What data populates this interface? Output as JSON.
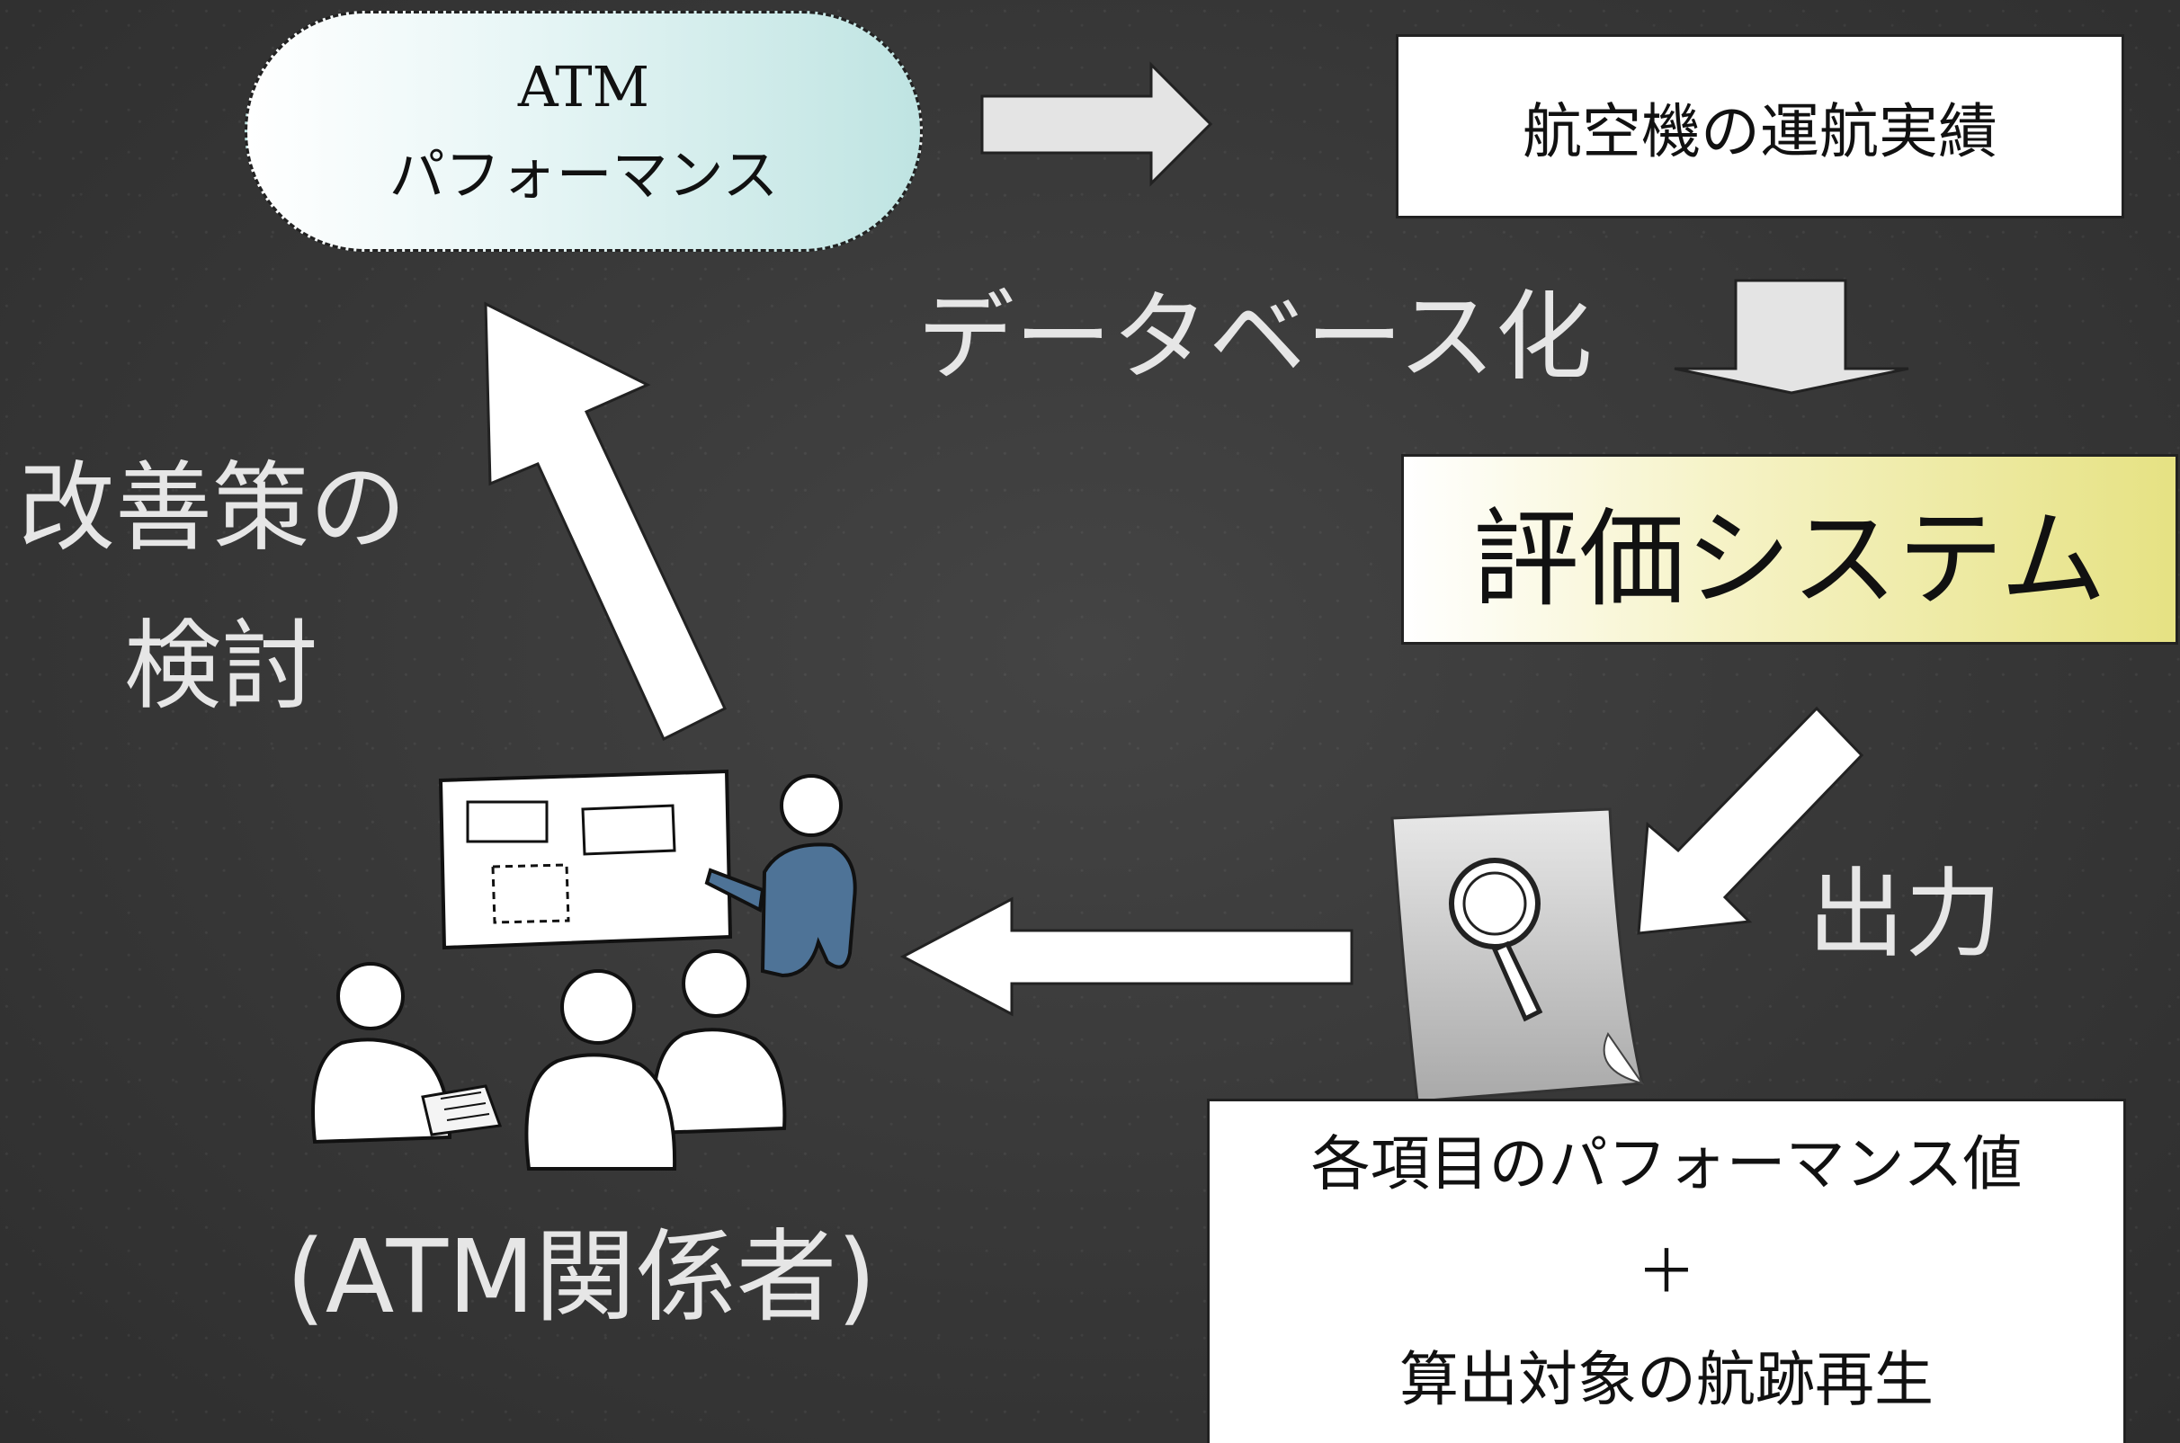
{
  "atm_box": {
    "line1": "ATM",
    "line2": "パフォーマンス"
  },
  "operations_box": {
    "label": "航空機の運航実績"
  },
  "database_label": "データベース化",
  "evaluation_box": {
    "label": "評価システム"
  },
  "output_label": "出力",
  "improvement_label": {
    "line1": "改善策の",
    "line2": "検討"
  },
  "stakeholders_label": "(ATM関係者)",
  "output_box": {
    "line1": "各項目のパフォーマンス値",
    "line2": "＋",
    "line3": "算出対象の航跡再生"
  },
  "colors": {
    "background": "#3a3a3a",
    "atm_box_fill": "#bfe4e2",
    "eval_box_fill": "#e6e283",
    "arrow_fill": "#ffffff",
    "gray_arrow_fill": "#e4e4e4",
    "presenter_shirt": "#4e7397"
  },
  "icons": [
    "magnifier-document-icon",
    "meeting-people-illustration"
  ]
}
